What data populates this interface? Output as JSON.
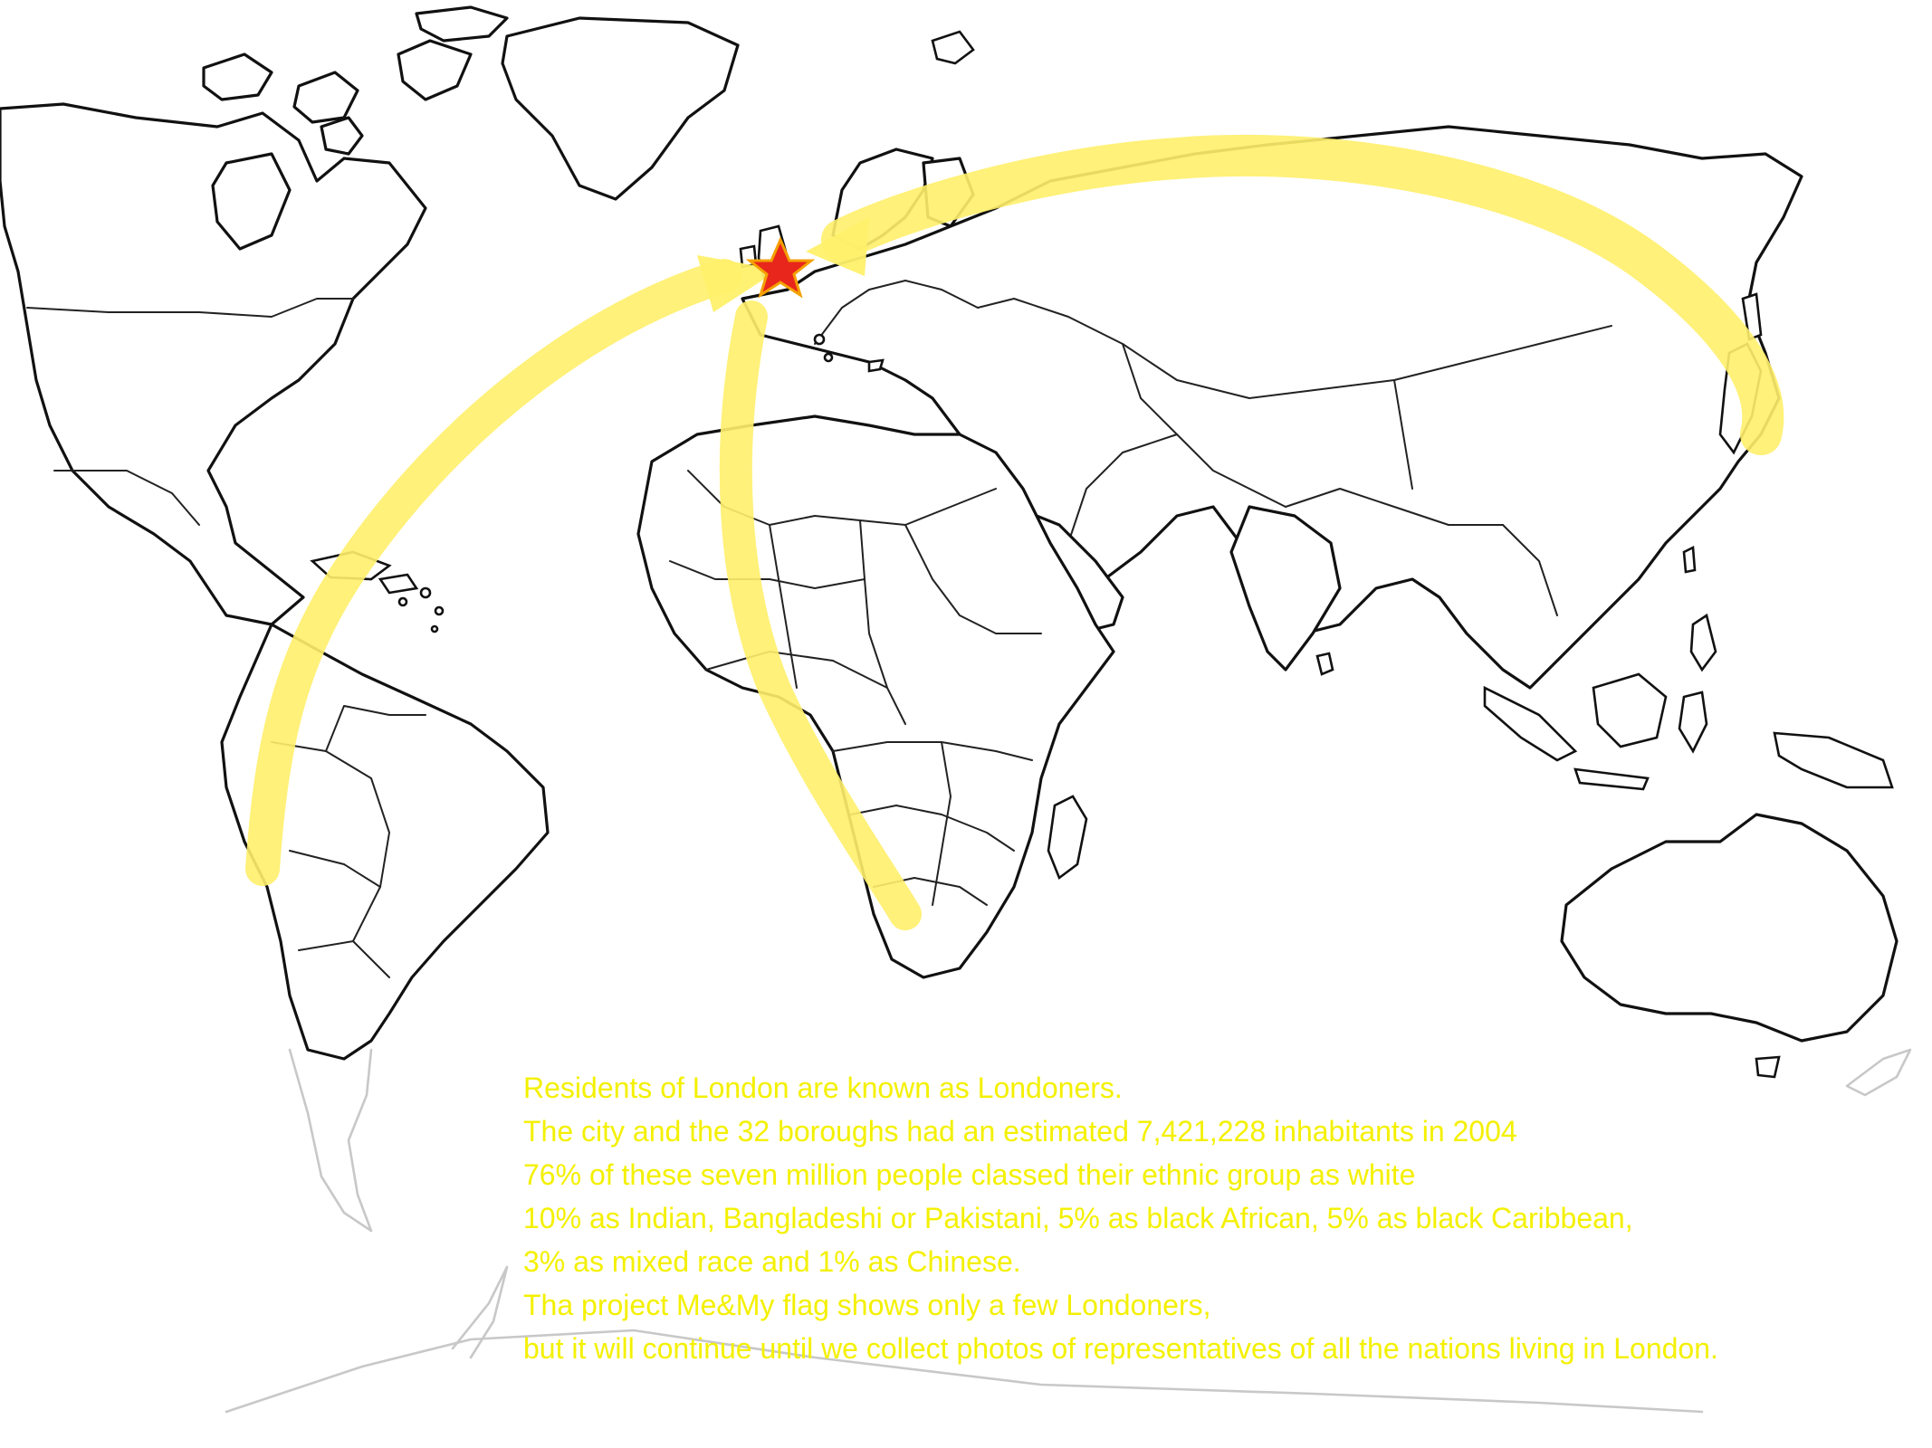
{
  "map": {
    "highlight_city": "London",
    "highlight_color": "#e8261c",
    "route_color": "#fff06a",
    "routes": [
      {
        "from": "South America",
        "to": "London"
      },
      {
        "from": "Southern Africa",
        "to": "London"
      },
      {
        "from": "East Asia",
        "to": "London"
      }
    ]
  },
  "caption": {
    "color": "#f4f000",
    "lines": [
      "Residents of London are known as Londoners.",
      "The city and the 32 boroughs had an estimated 7,421,228 inhabitants in 2004",
      "76% of these seven million people classed their ethnic group as white",
      "10% as Indian, Bangladeshi or Pakistani, 5% as black African, 5% as black Caribbean,",
      "3% as mixed race and 1% as Chinese.",
      "Tha project Me&My flag shows only a few Londoners,",
      "but it will continue until we collect photos of representatives of all the nations living in London."
    ]
  }
}
